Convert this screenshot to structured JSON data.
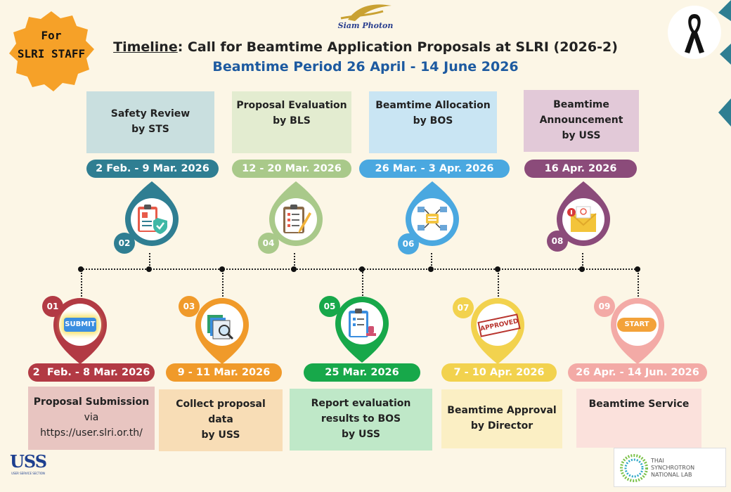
{
  "header": {
    "logo_text": "Siam Photon",
    "title_underlined": "Timeline",
    "title_rest": ": Call for Beamtime Application Proposals at SLRI (2026-2)",
    "subtitle": "Beamtime Period 26 April - 14 June 2026"
  },
  "badge": {
    "line1": "For",
    "line2": "SLRI STAFF"
  },
  "upper_steps": [
    {
      "num": "02",
      "label_l1": "Safety Review",
      "label_l2": "by STS",
      "date": "2 Feb. - 9 Mar. 2026",
      "color": "#2f7e92",
      "box_color": "#c9dfdf",
      "icon": "safety-clipboard-icon"
    },
    {
      "num": "04",
      "label_l1": "Proposal Evaluation",
      "label_l2": "by BLS",
      "date": "12 - 20 Mar. 2026",
      "color": "#a9c98a",
      "box_color": "#e3ecd0",
      "icon": "evaluation-clipboard-icon"
    },
    {
      "num": "06",
      "label_l1": "Beamtime Allocation",
      "label_l2": "by BOS",
      "date": "26 Mar. - 3 Apr. 2026",
      "color": "#4aa8e0",
      "box_color": "#c9e5f3",
      "icon": "allocation-flow-icon"
    },
    {
      "num": "08",
      "label_l1": "Beamtime",
      "label_l2": "Announcement",
      "label_l3": "by USS",
      "date": "16 Apr. 2026",
      "color": "#8b4b7a",
      "box_color": "#e2c9d8",
      "icon": "mail-notification-icon"
    }
  ],
  "lower_steps": [
    {
      "num": "01",
      "label_l1": "Proposal Submission",
      "label_l2": "via",
      "label_l3": "https://user.slri.or.th/",
      "date": "2  Feb. - 8 Mar. 2026",
      "color": "#b23a44",
      "box_color": "#e8c5c1",
      "icon_text": "SUBMIT",
      "icon": "submit-button-icon"
    },
    {
      "num": "03",
      "label_l1": "Collect proposal data",
      "label_l2": "by USS",
      "date": "9 - 11 Mar. 2026",
      "color": "#f09a2a",
      "box_color": "#f8ddb6",
      "icon": "folder-search-icon"
    },
    {
      "num": "05",
      "label_l1": "Report evaluation",
      "label_l2": "results to BOS",
      "label_l3": "by USS",
      "date": "25 Mar. 2026",
      "color": "#17a84a",
      "box_color": "#bfe8c8",
      "icon": "report-clipboard-icon"
    },
    {
      "num": "07",
      "label_l1": "Beamtime Approval",
      "label_l2": "by Director",
      "date": "7 - 10 Apr. 2026",
      "color": "#f2d24e",
      "box_color": "#fbefc4",
      "icon_text": "APPROVED",
      "icon": "approved-stamp-icon"
    },
    {
      "num": "09",
      "label_l1": "Beamtime Service",
      "date": "26 Apr. - 14 Jun. 2026",
      "color": "#f3aaa6",
      "box_color": "#fbe1dc",
      "icon_text": "START",
      "icon": "start-button-icon"
    }
  ],
  "footer": {
    "uss_logo": "USS",
    "uss_small": "USER SERVICE SECTION",
    "thai_l1": "THAI",
    "thai_l2": "SYNCHROTRON",
    "thai_l3": "NATIONAL LAB"
  }
}
